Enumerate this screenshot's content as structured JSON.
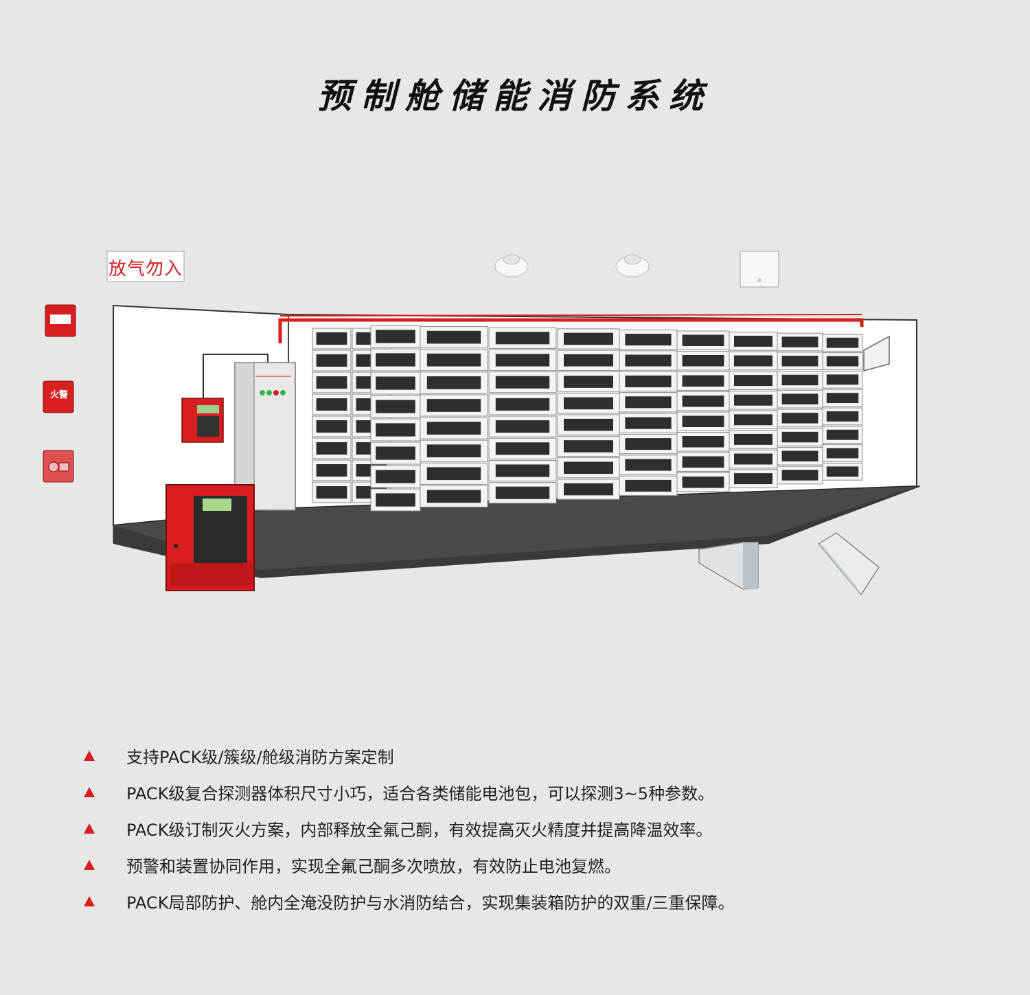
{
  "title": "预制舱储能消防系统",
  "sign": {
    "text": "放气勿入"
  },
  "alarm": {
    "text": "火警"
  },
  "features": [
    "支持PACK级/簇级/舱级消防方案定制",
    "PACK级复合探测器体积尺寸小巧，适合各类储能电池包，可以探测3~5种参数。",
    "PACK级订制灭火方案，内部释放全氟己酮，有效提高灭火精度并提高降温效率。",
    "预警和装置协同作用，实现全氟己酮多次喷放，有效防止电池复燃。",
    "PACK局部防护、舱内全淹没防护与水消防结合，实现集装箱防护的双重/三重保障。"
  ],
  "colors": {
    "accent": "#d81e1e",
    "floor": "#4a4a4a",
    "background": "#e6e8e7"
  },
  "icons": [
    "warning-triangle-icon",
    "smoke-detector-icon",
    "fire-alarm-icon"
  ]
}
